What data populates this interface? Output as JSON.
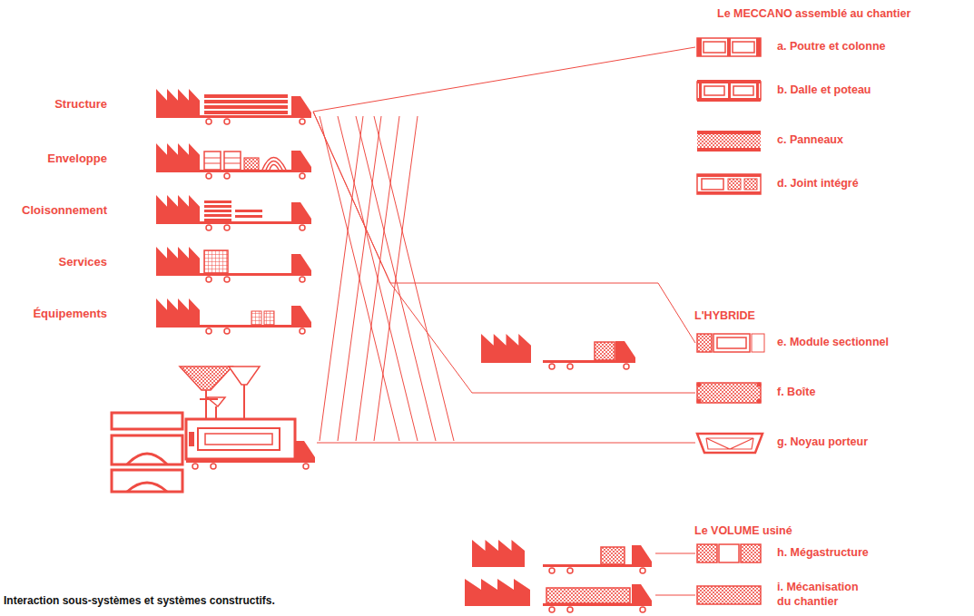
{
  "diagram": {
    "caption": "Interaction sous-systèmes et systèmes constructifs.",
    "nodes": [
      {
        "text": [
          "Structure"
        ]
      },
      {
        "text": [
          "Enveloppe"
        ]
      },
      {
        "text": [
          "Cloisonnement"
        ]
      },
      {
        "text": [
          "Services"
        ]
      },
      {
        "text": [
          "Équipements"
        ]
      },
      {
        "text": [
          "a. Poutre et colonne"
        ]
      },
      {
        "text": [
          "b. Dalle et poteau"
        ]
      },
      {
        "text": [
          "c. Panneaux"
        ]
      },
      {
        "text": [
          "d. Joint intégré"
        ]
      },
      {
        "text": [
          "e. Module sectionnel"
        ]
      },
      {
        "text": [
          "f. Boîte"
        ]
      },
      {
        "text": [
          "g. Noyau porteur"
        ]
      },
      {
        "text": [
          "h. Mégastructure"
        ]
      },
      {
        "text": [
          "i. Mécanisation du chantier"
        ]
      }
    ],
    "edges": [
      {
        "from": 0,
        "to": 5,
        "arrow": "none"
      },
      {
        "from": 0,
        "to": 9,
        "arrow": "none"
      },
      {
        "from": 0,
        "to": 10,
        "arrow": "none"
      }
    ],
    "labels": [
      "Le MECCANO assemblé au chantier",
      "L'HYBRIDE",
      "Le VOLUME usiné"
    ]
  }
}
